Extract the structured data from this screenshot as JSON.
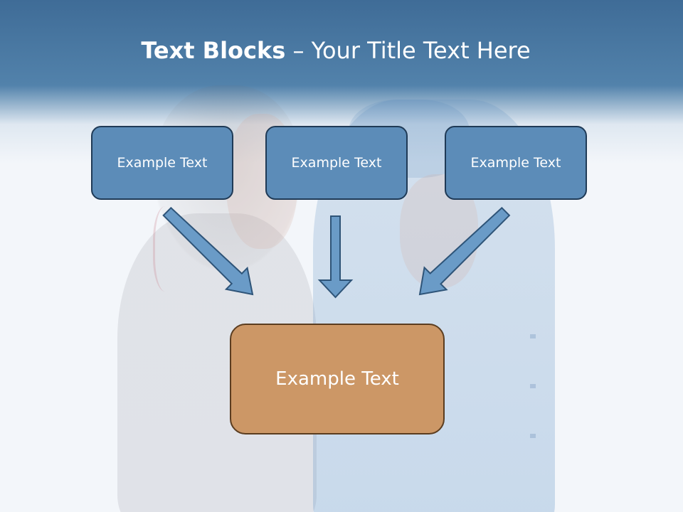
{
  "slide": {
    "title_bold": "Text Blocks",
    "title_rest": " – Your Title Text Here"
  },
  "boxes": {
    "left": "Example Text",
    "middle": "Example Text",
    "right": "Example Text",
    "center": "Example Text"
  },
  "colors": {
    "header": "#4f7faa",
    "box_fill": "#5c8cb8",
    "box_border": "#1f3a56",
    "center_fill": "#cc9766",
    "center_border": "#5b3d20",
    "arrow_fill": "#6a9bc7",
    "arrow_border": "#2e5478"
  }
}
